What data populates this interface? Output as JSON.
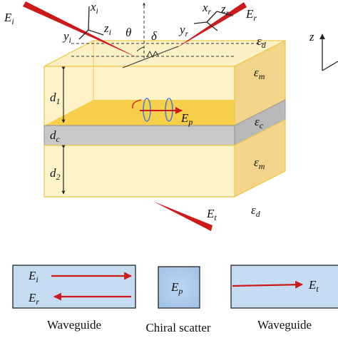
{
  "colors": {
    "slab_front": "#fdefb6",
    "slab_top": "#fbe9a8",
    "slab_side": "#f2d58a",
    "slab_outline": "#f3c33a",
    "mid_plane": "#f9cf4a",
    "chiral_layer": "#c7c7c7",
    "chiral_side": "#b8b8b8",
    "beam": "#cc1a1a",
    "box_fill": "#c8dcf0",
    "box_fill_center": "#a9c8ea",
    "box_stroke": "#333333",
    "loop": "#4a7ed0"
  },
  "diagram": {
    "incident": {
      "field": "E",
      "field_sub": "i",
      "axis_x": "x",
      "axis_x_sub": "i",
      "axis_y": "y",
      "axis_y_sub": "i",
      "axis_z": "z",
      "axis_z_sub": "i"
    },
    "reflected": {
      "field": "E",
      "field_sub": "r",
      "axis_x": "x",
      "axis_x_sub": "r",
      "axis_y": "y",
      "axis_y_sub": "r",
      "axis_z": "z",
      "axis_z_sub": "r"
    },
    "transmitted": {
      "field": "E",
      "field_sub": "t"
    },
    "angle_theta": "θ",
    "angle_delta": "δ",
    "eps_top": {
      "sym": "ε",
      "sub": "d"
    },
    "eps_m_top": {
      "sym": "ε",
      "sub": "m"
    },
    "eps_c": {
      "sym": "ε",
      "sub": "c"
    },
    "eps_m_bottom": {
      "sym": "ε",
      "sub": "m"
    },
    "eps_bottom": {
      "sym": "ε",
      "sub": "d"
    },
    "d1": {
      "sym": "d",
      "sub": "1"
    },
    "dc": {
      "sym": "d",
      "sub": "c"
    },
    "d2": {
      "sym": "d",
      "sub": "2"
    },
    "ep": {
      "sym": "E",
      "sub": "p"
    },
    "axis_z_label": "z"
  },
  "panels": {
    "left": {
      "top_field": "E",
      "top_sub": "i",
      "bottom_field": "E",
      "bottom_sub": "r",
      "caption": "Waveguide"
    },
    "center": {
      "field": "E",
      "field_sub": "p",
      "caption": "Chiral scatter"
    },
    "right": {
      "field": "E",
      "field_sub": "t",
      "caption": "Waveguide"
    }
  }
}
